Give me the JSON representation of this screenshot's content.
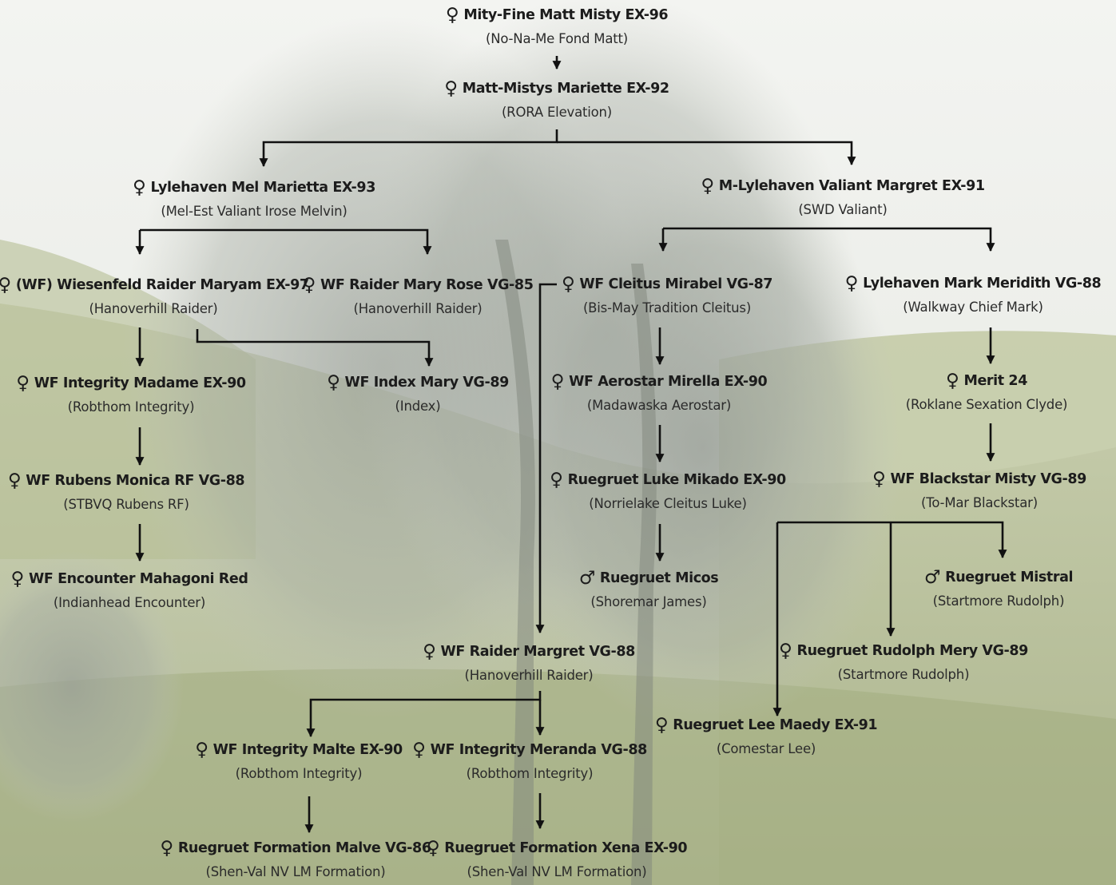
{
  "symbols": {
    "female": "♀",
    "male": "♂"
  },
  "colors": {
    "text": "#1c1c1c",
    "arrow": "#111111",
    "sky": "#e9ebe6",
    "hill": "#b3bd93",
    "tree": "#8f958d"
  },
  "nodes": [
    {
      "id": "n1",
      "sex": "female",
      "name": "Mity-Fine Matt Misty EX-96",
      "sire": "(No-Na-Me Fond Matt)"
    },
    {
      "id": "n2",
      "sex": "female",
      "name": "Matt-Mistys Mariette EX-92",
      "sire": "(RORA Elevation)"
    },
    {
      "id": "n3",
      "sex": "female",
      "name": "Lylehaven Mel Marietta EX-93",
      "sire": "(Mel-Est Valiant Irose Melvin)"
    },
    {
      "id": "n4",
      "sex": "female",
      "name": "M-Lylehaven Valiant Margret EX-91",
      "sire": "(SWD Valiant)"
    },
    {
      "id": "n5",
      "sex": "female",
      "name": "(WF) Wiesenfeld Raider Maryam EX-97",
      "sire": "(Hanoverhill Raider)"
    },
    {
      "id": "n6",
      "sex": "female",
      "name": "WF Raider Mary Rose VG-85",
      "sire": "(Hanoverhill Raider)"
    },
    {
      "id": "n7",
      "sex": "female",
      "name": "WF Cleitus Mirabel VG-87",
      "sire": "(Bis-May Tradition Cleitus)"
    },
    {
      "id": "n8",
      "sex": "female",
      "name": "Lylehaven Mark Meridith VG-88",
      "sire": "(Walkway Chief Mark)"
    },
    {
      "id": "n9",
      "sex": "female",
      "name": "WF Integrity Madame EX-90",
      "sire": "(Robthom Integrity)"
    },
    {
      "id": "n10",
      "sex": "female",
      "name": "WF Index Mary VG-89",
      "sire": "(Index)"
    },
    {
      "id": "n11",
      "sex": "female",
      "name": "WF Aerostar Mirella EX-90",
      "sire": "(Madawaska Aerostar)"
    },
    {
      "id": "n12",
      "sex": "female",
      "name": "Merit 24",
      "sire": "(Roklane Sexation Clyde)"
    },
    {
      "id": "n13",
      "sex": "female",
      "name": "WF Rubens Monica RF VG-88",
      "sire": "(STBVQ Rubens RF)"
    },
    {
      "id": "n14",
      "sex": "female",
      "name": "Ruegruet Luke Mikado EX-90",
      "sire": "(Norrielake Cleitus Luke)"
    },
    {
      "id": "n15",
      "sex": "female",
      "name": "WF Blackstar Misty VG-89",
      "sire": "(To-Mar Blackstar)"
    },
    {
      "id": "n16",
      "sex": "female",
      "name": "WF Encounter Mahagoni Red",
      "sire": "(Indianhead Encounter)"
    },
    {
      "id": "n17",
      "sex": "male",
      "name": "Ruegruet Micos",
      "sire": "(Shoremar James)"
    },
    {
      "id": "n18",
      "sex": "male",
      "name": "Ruegruet Mistral",
      "sire": "(Startmore Rudolph)"
    },
    {
      "id": "n19",
      "sex": "female",
      "name": "WF Raider Margret VG-88",
      "sire": "(Hanoverhill Raider)"
    },
    {
      "id": "n20",
      "sex": "female",
      "name": "Ruegruet Rudolph Mery VG-89",
      "sire": "(Startmore Rudolph)"
    },
    {
      "id": "n21",
      "sex": "female",
      "name": "Ruegruet Lee Maedy EX-91",
      "sire": "(Comestar Lee)"
    },
    {
      "id": "n22",
      "sex": "female",
      "name": "WF Integrity Malte EX-90",
      "sire": "(Robthom Integrity)"
    },
    {
      "id": "n23",
      "sex": "female",
      "name": "WF Integrity Meranda VG-88",
      "sire": "(Robthom Integrity)"
    },
    {
      "id": "n24",
      "sex": "female",
      "name": "Ruegruet Formation Malve VG-86",
      "sire": "(Shen-Val NV LM Formation)"
    },
    {
      "id": "n25",
      "sex": "female",
      "name": "Ruegruet Formation Xena EX-90",
      "sire": "(Shen-Val NV LM Formation)"
    }
  ],
  "edges": [
    [
      "n1",
      "n2"
    ],
    [
      "n2",
      "n3"
    ],
    [
      "n2",
      "n4"
    ],
    [
      "n3",
      "n5"
    ],
    [
      "n3",
      "n6"
    ],
    [
      "n4",
      "n7"
    ],
    [
      "n4",
      "n8"
    ],
    [
      "n5",
      "n9"
    ],
    [
      "n5",
      "n10"
    ],
    [
      "n6",
      "n19"
    ],
    [
      "n7",
      "n11"
    ],
    [
      "n8",
      "n12"
    ],
    [
      "n9",
      "n13"
    ],
    [
      "n11",
      "n14"
    ],
    [
      "n12",
      "n15"
    ],
    [
      "n13",
      "n16"
    ],
    [
      "n14",
      "n17"
    ],
    [
      "n15",
      "n18"
    ],
    [
      "n15",
      "n20"
    ],
    [
      "n15",
      "n21"
    ],
    [
      "n19",
      "n22"
    ],
    [
      "n19",
      "n23"
    ],
    [
      "n22",
      "n24"
    ],
    [
      "n23",
      "n25"
    ]
  ]
}
